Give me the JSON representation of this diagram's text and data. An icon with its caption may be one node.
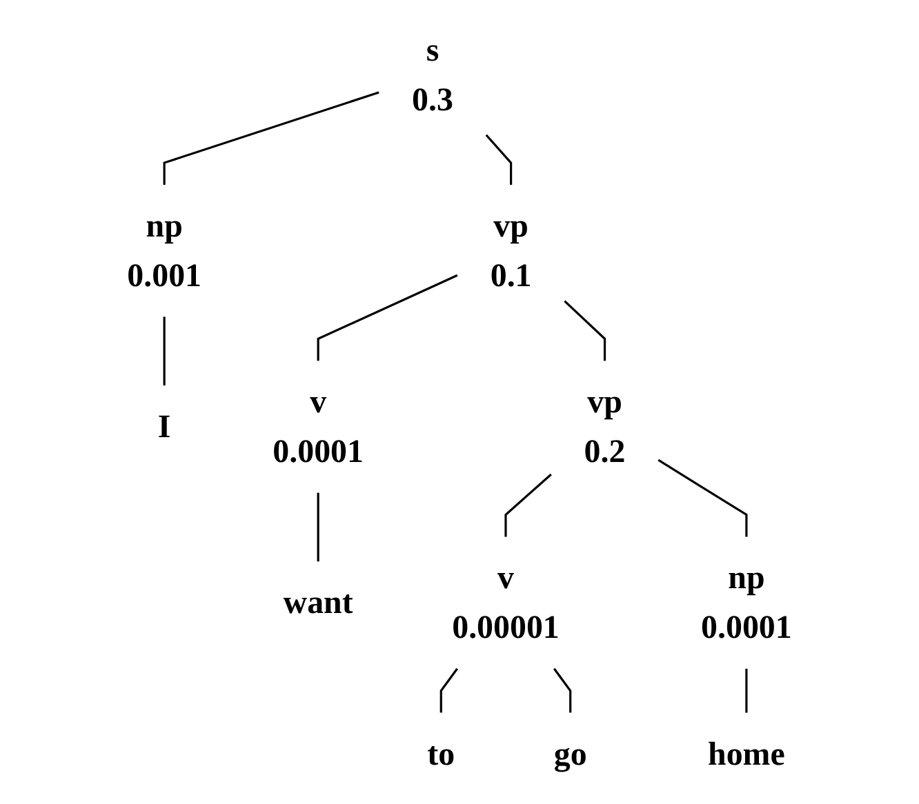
{
  "diagram": {
    "nodes": [
      {
        "text": [
          "s",
          "0.3"
        ]
      },
      {
        "text": [
          "np",
          "0.001"
        ]
      },
      {
        "text": [
          "vp",
          "0.1"
        ]
      },
      {
        "text": [
          "I"
        ]
      },
      {
        "text": [
          "v",
          "0.0001"
        ]
      },
      {
        "text": [
          "vp",
          "0.2"
        ]
      },
      {
        "text": [
          "want"
        ]
      },
      {
        "text": [
          "v",
          "0.00001"
        ]
      },
      {
        "text": [
          "np",
          "0.0001"
        ]
      },
      {
        "text": [
          "to"
        ]
      },
      {
        "text": [
          "go"
        ]
      },
      {
        "text": [
          "home"
        ]
      }
    ],
    "edges": [
      {
        "from": 0,
        "to": 1,
        "arrow": "none"
      },
      {
        "from": 0,
        "to": 2,
        "arrow": "none"
      },
      {
        "from": 1,
        "to": 3,
        "arrow": "none"
      },
      {
        "from": 2,
        "to": 4,
        "arrow": "none"
      },
      {
        "from": 2,
        "to": 5,
        "arrow": "none"
      },
      {
        "from": 4,
        "to": 6,
        "arrow": "none"
      },
      {
        "from": 5,
        "to": 7,
        "arrow": "none"
      },
      {
        "from": 5,
        "to": 8,
        "arrow": "none"
      },
      {
        "from": 7,
        "to": 9,
        "arrow": "none"
      },
      {
        "from": 7,
        "to": 10,
        "arrow": "none"
      },
      {
        "from": 8,
        "to": 11,
        "arrow": "none"
      }
    ]
  }
}
